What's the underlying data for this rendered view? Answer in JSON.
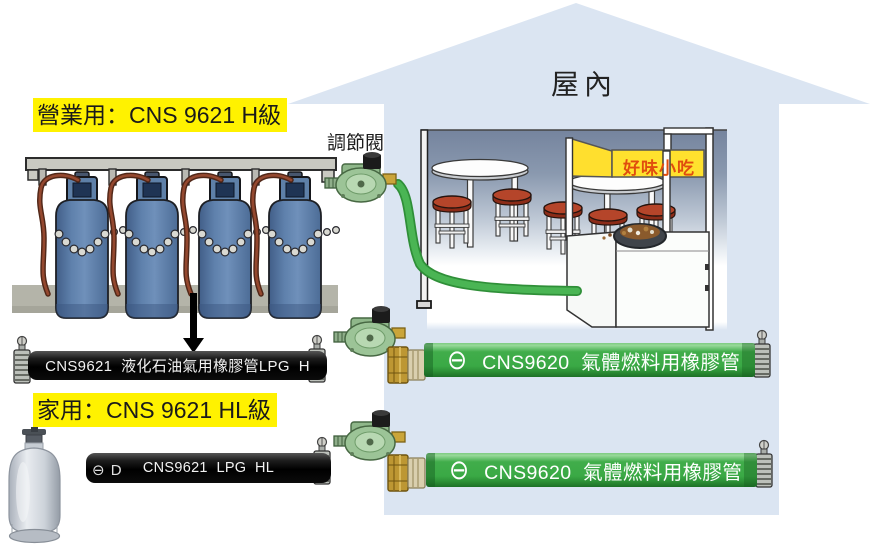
{
  "house": {
    "room_label": "屋內",
    "fill": "#dbe5f2"
  },
  "stall": {
    "sign": "好味小吃"
  },
  "labels": {
    "commercial": "營業用：CNS 9621 H級",
    "household": "家用：CNS 9621 HL級",
    "regulator": "調節閥"
  },
  "hoses": {
    "black_h": {
      "text": "CNS9621  液化石油氣用橡膠管LPG  H"
    },
    "black_hl": {
      "text": "CNS9621  LPG  HL",
      "mark": "⊖ D"
    },
    "green_top": {
      "text": "CNS9620  氣體燃料用橡膠管",
      "mark": "⊖"
    },
    "green_bottom": {
      "text": "CNS9620  氣體燃料用橡膠管",
      "mark": "⊖"
    }
  },
  "colors": {
    "highlight": "#fff200",
    "green_hose": "#3dac47",
    "black_hose": "#0a0a0a",
    "cylinder_blue": "#56789f",
    "stall_yellow": "#ffe12e"
  }
}
